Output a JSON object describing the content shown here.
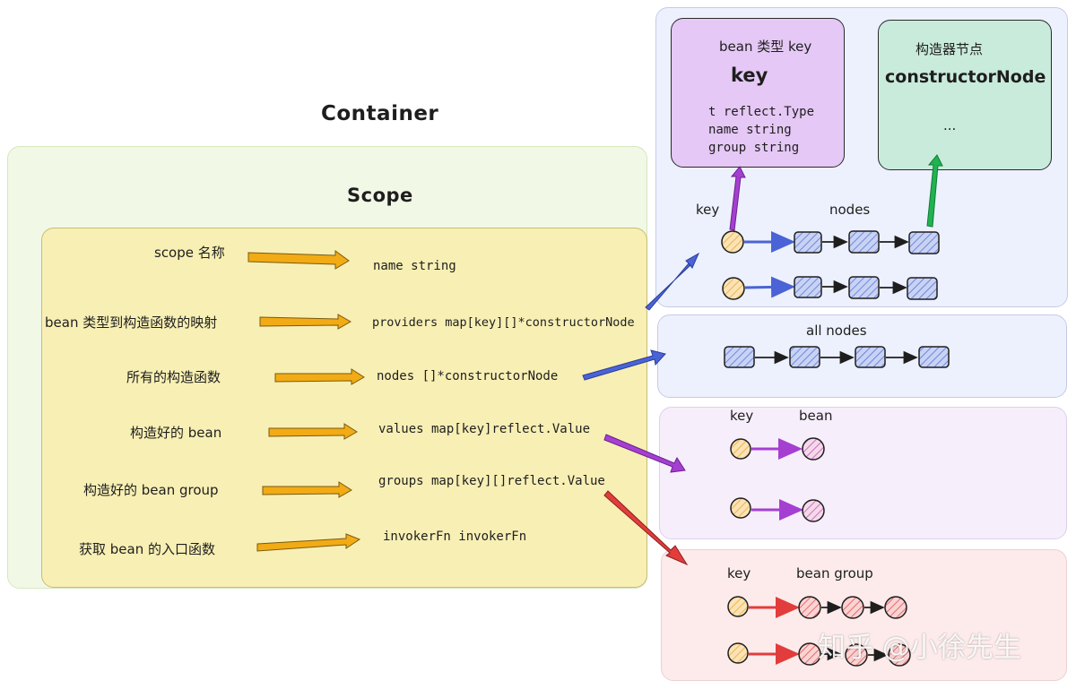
{
  "container": {
    "title": "Container"
  },
  "scope": {
    "title": "Scope",
    "rows": [
      {
        "label": "scope 名称",
        "field": "name   string"
      },
      {
        "label": "bean 类型到构造函数的映射",
        "field": "providers   map[key][]*constructorNode"
      },
      {
        "label": "所有的构造函数",
        "field": "nodes   []*constructorNode"
      },
      {
        "label": "构造好的 bean",
        "field": "values   map[key]reflect.Value"
      },
      {
        "label": "构造好的 bean group",
        "field": "groups   map[key][]reflect.Value"
      },
      {
        "label": "获取 bean 的入口函数",
        "field": "invokerFn   invokerFn"
      }
    ]
  },
  "key_card": {
    "caption": "bean 类型 key",
    "name": "key",
    "fields": [
      "t   reflect.Type",
      "name   string",
      "group   string"
    ]
  },
  "ctor_card": {
    "caption": "构造器节点",
    "name": "constructorNode",
    "more": "..."
  },
  "providers_panel": {
    "key_label": "key",
    "nodes_label": "nodes"
  },
  "nodes_panel": {
    "label": "all nodes"
  },
  "values_panel": {
    "key_label": "key",
    "value_label": "bean"
  },
  "groups_panel": {
    "key_label": "key",
    "value_label": "bean group"
  },
  "watermark": "知乎 @小徐先生",
  "colors": {
    "container_bg": "#f1f8e6",
    "scope_bg": "#f8efb4",
    "providers_bg": "#edf1fd",
    "values_bg": "#f7eefc",
    "groups_bg": "#fcebea",
    "key_card_bg": "#e5c8f5",
    "ctor_card_bg": "#c9ebdc",
    "orange": "#f2ab14",
    "blue": "#4a63d6",
    "purple": "#a53fd1",
    "red": "#e23c3c",
    "green": "#20b350"
  }
}
